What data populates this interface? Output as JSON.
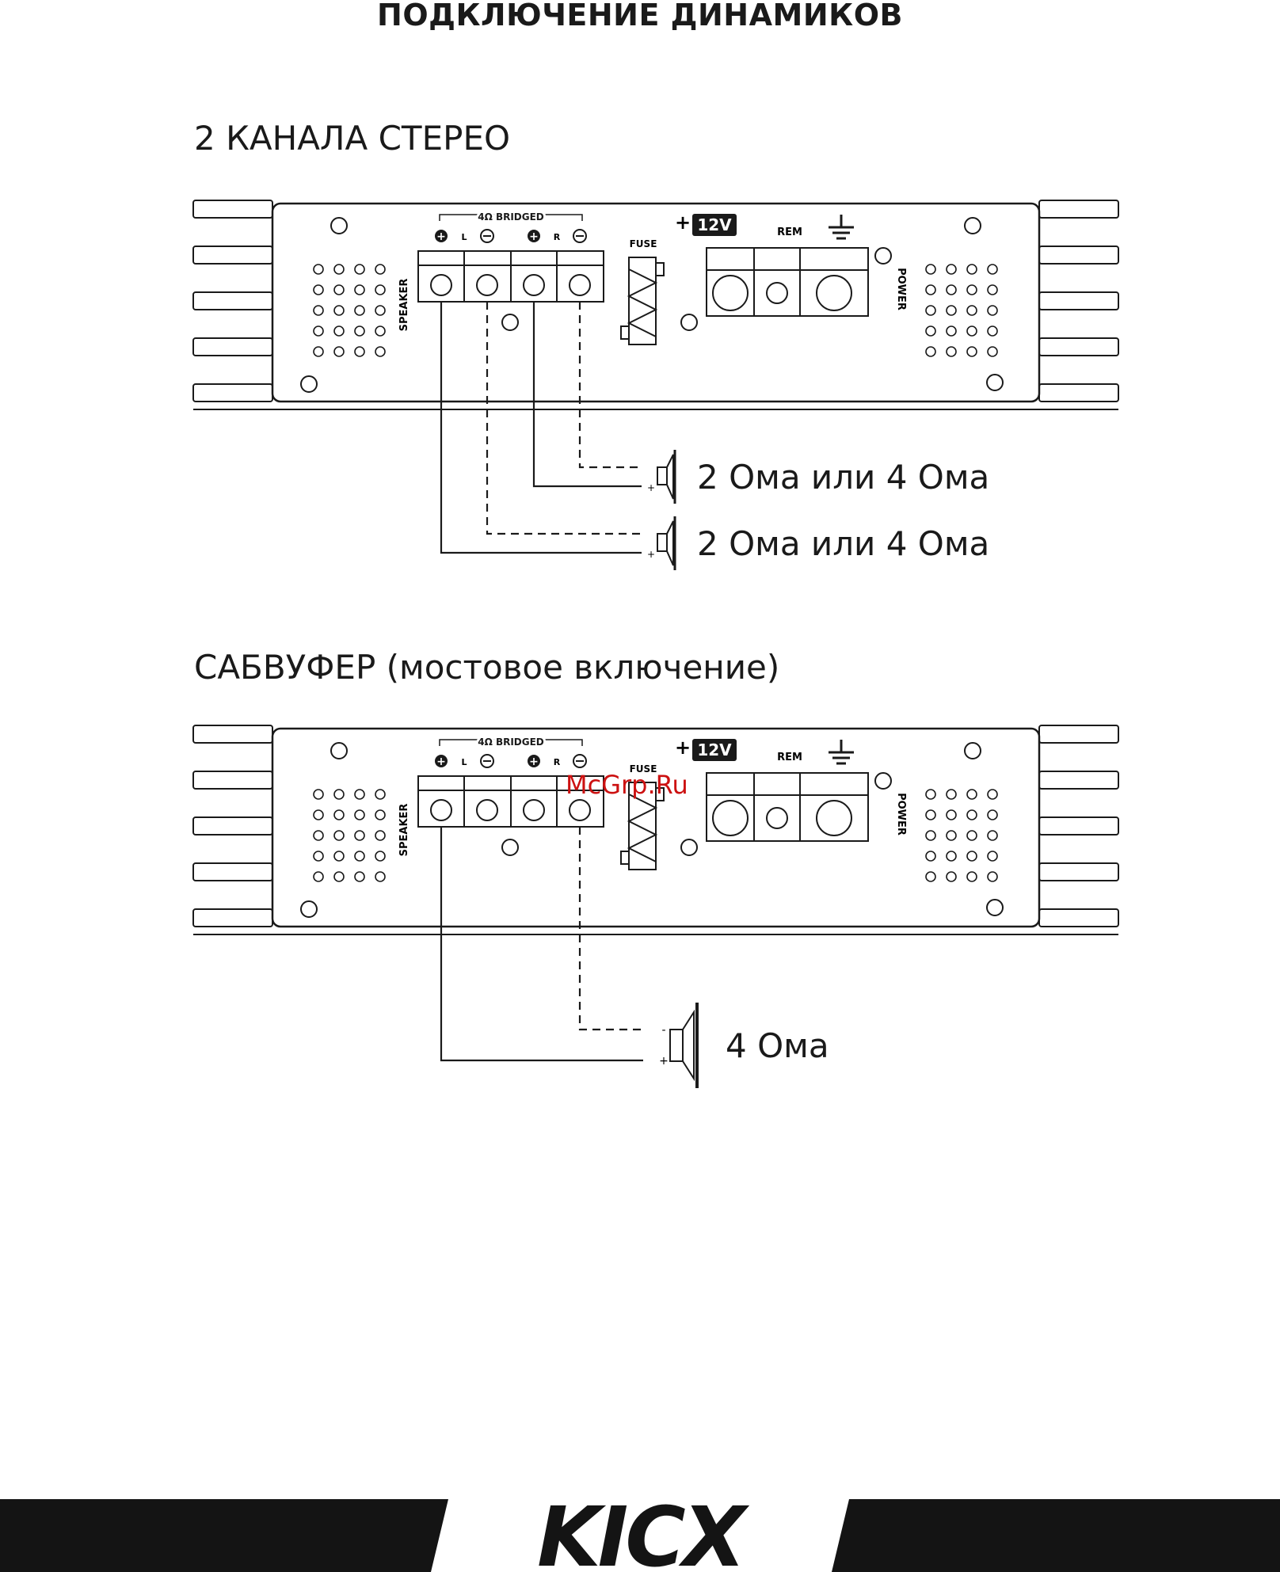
{
  "page": {
    "title": "ПОДКЛЮЧЕНИЕ ДИНАМИКОВ"
  },
  "sections": [
    {
      "title": "2 КАНАЛА СТЕРЕО",
      "speakers": [
        {
          "label": "2 Ома или 4 Ома"
        },
        {
          "label": "2 Ома или 4 Ома"
        }
      ]
    },
    {
      "title": "САБВУФЕР (мостовое включение)",
      "speakers": [
        {
          "label": "4 Ома"
        }
      ]
    }
  ],
  "amplifier": {
    "bridged_label": "4Ω BRIDGED",
    "channel_left": "L",
    "channel_right": "R",
    "speaker_label": "SPEAKER",
    "fuse_label": "FUSE",
    "voltage_label": "12V",
    "plus_sign": "+",
    "rem_label": "REM",
    "power_label": "POWER"
  },
  "speaker_polarity": {
    "plus": "+",
    "minus": "-"
  },
  "watermark": "McGrp.Ru",
  "brand": {
    "logo": "KICX"
  },
  "colors": {
    "line": "#1a1a1a",
    "watermark": "#cc1111",
    "footer": "#141414"
  }
}
